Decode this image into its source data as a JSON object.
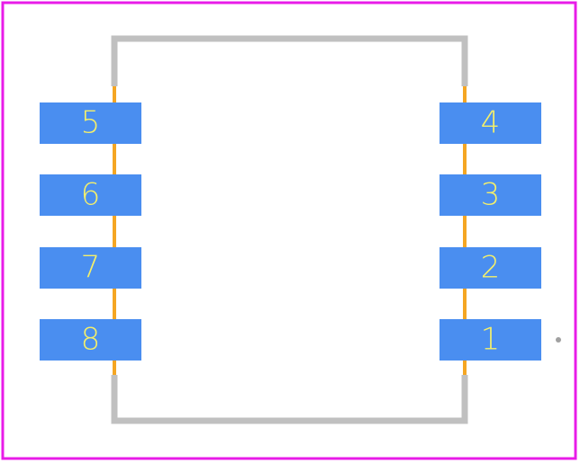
{
  "footprint": {
    "colors": {
      "board_outline": "#e81ce8",
      "silkscreen": "#c0c0c0",
      "fab_outline": "#f5a623",
      "pad_fill": "#4a8ef0",
      "pad_label": "#f5f06a",
      "pin1_marker": "#a0a0a0",
      "background": "#ffffff"
    },
    "pads": [
      {
        "id": "pad-1",
        "label": "1",
        "side": "right",
        "row": 4
      },
      {
        "id": "pad-2",
        "label": "2",
        "side": "right",
        "row": 3
      },
      {
        "id": "pad-3",
        "label": "3",
        "side": "right",
        "row": 2
      },
      {
        "id": "pad-4",
        "label": "4",
        "side": "right",
        "row": 1
      },
      {
        "id": "pad-5",
        "label": "5",
        "side": "left",
        "row": 1
      },
      {
        "id": "pad-6",
        "label": "6",
        "side": "left",
        "row": 2
      },
      {
        "id": "pad-7",
        "label": "7",
        "side": "left",
        "row": 3
      },
      {
        "id": "pad-8",
        "label": "8",
        "side": "left",
        "row": 4
      }
    ]
  }
}
